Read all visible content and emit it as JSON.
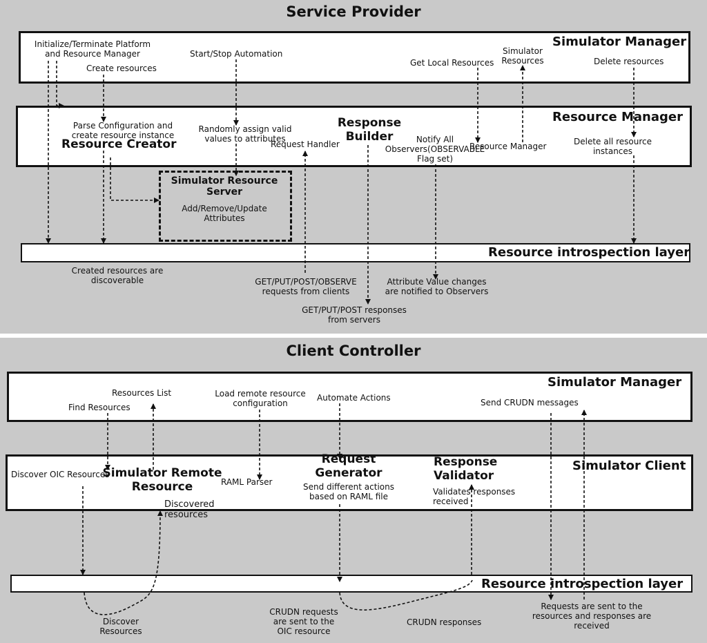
{
  "service_provider": {
    "title": "Service Provider",
    "simulator_manager": "Simulator Manager",
    "resource_manager": "Resource Manager",
    "resource_introspection_layer": "Resource introspection layer",
    "resource_creator": "Resource Creator",
    "response_builder": "Response Builder",
    "simulator_resource_server": "Simulator Resource Server",
    "labels": {
      "init_platform": "Initialize/Terminate Platform\nand Resource Manager",
      "create_resources": "Create resources",
      "start_stop_automation": "Start/Stop Automation",
      "get_local_resources": "Get Local Resources",
      "simulator_resources": "Simulator\nResources",
      "delete_resources": "Delete resources",
      "parse_configuration": "Parse Configuration and\ncreate resource instance",
      "randomly_assign": "Randomly assign valid\nvalues to attributes",
      "request_handler": "Request Handler",
      "notify_all": "Notify All\nObservers(OBSERVABLE\nFlag set)",
      "resource_manager_small": "Resource Manager",
      "delete_all_instances": "Delete all resource\ninstances",
      "add_remove_update": "Add/Remove/Update\nAttributes",
      "created_discoverable": "Created resources are\ndiscoverable",
      "get_put_post_observe": "GET/PUT/POST/OBSERVE\nrequests from clients",
      "attribute_changes": "Attribute Value changes\nare notified to Observers",
      "get_put_post_responses": "GET/PUT/POST responses\nfrom servers"
    }
  },
  "client_controller": {
    "title": "Client Controller",
    "simulator_manager": "Simulator Manager",
    "simulator_client": "Simulator Client",
    "resource_introspection_layer": "Resource introspection layer",
    "simulator_remote_resource": "Simulator Remote\nResource",
    "request_generator": "Request\nGenerator",
    "response_validator": "Response\nValidator",
    "labels": {
      "resources_list": "Resources List",
      "find_resources": "Find Resources",
      "load_remote_config": "Load remote resource\nconfiguration",
      "automate_actions": "Automate Actions",
      "send_crudn": "Send CRUDN messages",
      "discover_oic": "Discover OIC Resources",
      "raml_parser": "RAML Parser",
      "send_different_actions": "Send different actions\nbased on RAML file",
      "validates_responses": "Validates  responses\nreceived",
      "discovered_resources": "Discovered\nresources",
      "discover_resources": "Discover\nResources",
      "crudn_requests_sent": "CRUDN requests\nare sent to the\nOIC resource",
      "crudn_responses": "CRUDN responses",
      "requests_sent_resources": "Requests are sent to the\nresources and responses are\nreceived"
    }
  }
}
